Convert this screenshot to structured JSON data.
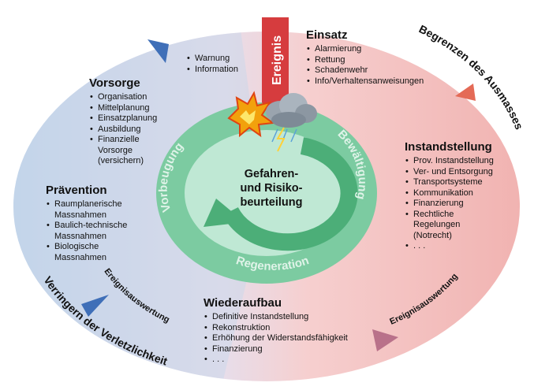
{
  "center": {
    "label": "Gefahren-\nund Risiko-\nbeurteilung",
    "ring_labels": {
      "left": "Vorbeugung",
      "right": "Bewältigung",
      "bottom": "Regeneration"
    }
  },
  "event_label": "Ereignis",
  "outer_labels": {
    "top_right": "Begrenzen des Ausmasses",
    "bottom_left": "Verringern der Verletzlichkeit"
  },
  "evaluation_label": "Ereignisauswertung",
  "warnung": {
    "items": [
      "Warnung",
      "Information"
    ]
  },
  "sections": {
    "einsatz": {
      "title": "Einsatz",
      "items": [
        "Alarmierung",
        "Rettung",
        "Schadenwehr",
        "Info/Verhaltensanweisungen"
      ]
    },
    "vorsorge": {
      "title": "Vorsorge",
      "items": [
        "Organisation",
        "Mittelplanung",
        "Einsatzplanung",
        "Ausbildung",
        "Finanzielle Vorsorge (versichern)"
      ]
    },
    "praevention": {
      "title": "Prävention",
      "items": [
        "Raumplanerische Massnahmen",
        "Baulich-technische Massnahmen",
        "Biologische Massnahmen"
      ]
    },
    "instandstellung": {
      "title": "Instandstellung",
      "items": [
        "Prov. Instandstellung",
        "Ver- und Entsorgung",
        "Transportsysteme",
        "Kommunikation",
        "Finanzierung",
        "Rechtliche Regelungen (Notrecht)",
        ". . ."
      ]
    },
    "wiederaufbau": {
      "title": "Wiederaufbau",
      "items": [
        "Definitive Instandstellung",
        "Rekonstruktion",
        "Erhöhung der Widerstandsfähigkeit",
        "Finanzierung",
        ". . ."
      ]
    }
  },
  "colors": {
    "left_sector": "#c5d6ea",
    "right_sector": "#f3b8b6",
    "ring": "#7ccba1",
    "inner": "#bfe8d4",
    "ring_text": "#dff3e8",
    "event_arrow": "#d63c3e",
    "marker_blue": "#3f6fb8",
    "marker_red": "#e46a56",
    "marker_mauve": "#b9718a"
  }
}
